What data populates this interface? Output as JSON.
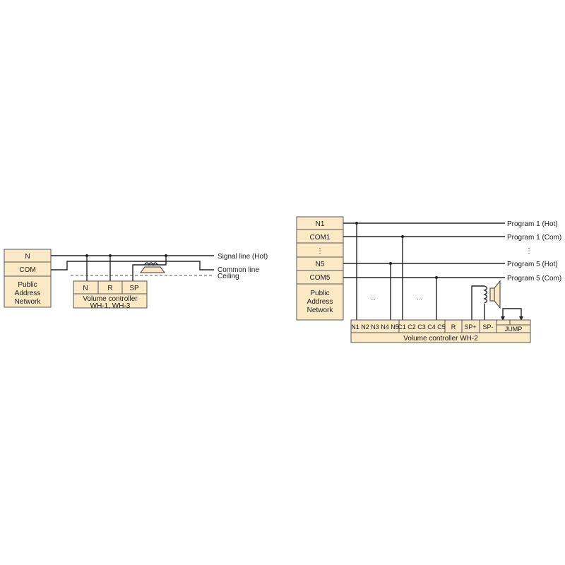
{
  "left": {
    "pa_cells": [
      "N",
      "COM"
    ],
    "pa_name": [
      "Public",
      "Address",
      "Network"
    ],
    "vc_terminals": [
      "N",
      "R",
      "SP"
    ],
    "vc_name": [
      "Volume controller",
      "WH-1, WH-3"
    ],
    "line_labels": [
      "Signal line (Hot)",
      "Common line",
      "Ceiling"
    ]
  },
  "right": {
    "pa_cells": [
      "N1",
      "COM1",
      "⋮",
      "N5",
      "COM5"
    ],
    "pa_name": [
      "Public",
      "Address",
      "Network"
    ],
    "program_labels": [
      "Program 1 (Hot)",
      "Program 1 (Com)",
      "⋮",
      "Program 5 (Hot)",
      "Program 5  (Com)"
    ],
    "ellipsis": [
      "...",
      "..."
    ],
    "vc_terminals": [
      "N1 N2 N3 N4 N5",
      "C1 C2 C3 C4 C5",
      "R",
      "SP+",
      "SP-",
      "JUMP"
    ],
    "vc_name": "Volume controller WH-2"
  }
}
